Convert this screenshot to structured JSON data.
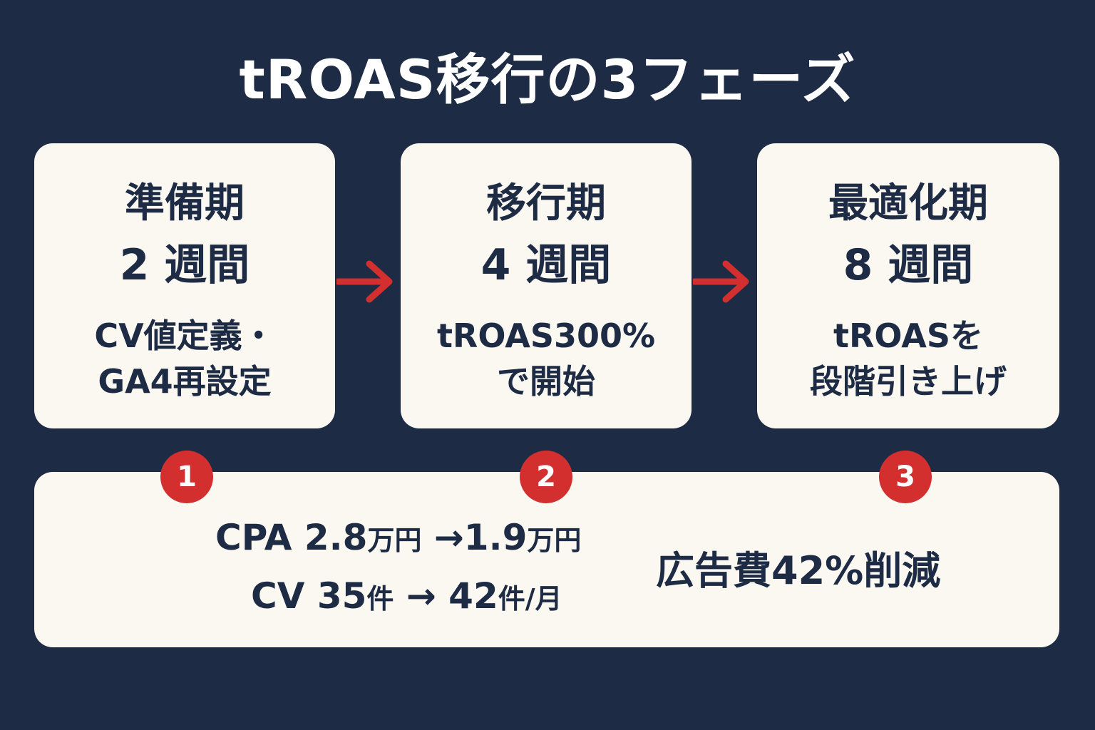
{
  "title": "tROAS移行の3フェーズ",
  "phases": [
    {
      "name": "準備期",
      "duration": "2 週間",
      "detail_lines": [
        "CV値定義・",
        "GA4再設定"
      ],
      "step": "1"
    },
    {
      "name": "移行期",
      "duration": "4 週間",
      "detail_lines": [
        "tROAS300%",
        "で開始"
      ],
      "step": "2"
    },
    {
      "name": "最適化期",
      "duration": "8 週間",
      "detail_lines": [
        "tROASを",
        "段階引き上げ"
      ],
      "step": "3"
    }
  ],
  "results": {
    "cpa": {
      "label": "CPA",
      "before": "2.8",
      "before_unit": "万円",
      "arrow": "→",
      "after": "1.9",
      "after_unit": "万円"
    },
    "cv": {
      "label": "CV",
      "before": "35",
      "before_unit": "件",
      "arrow": "→",
      "after": "42",
      "after_unit": "件/月"
    },
    "saving": "広告費42%削減"
  },
  "colors": {
    "background": "#1e2b45",
    "card": "#fbf8f1",
    "accent": "#d32f2f",
    "text_dark": "#1e2b45"
  },
  "icons": [
    "arrow-right-icon"
  ]
}
